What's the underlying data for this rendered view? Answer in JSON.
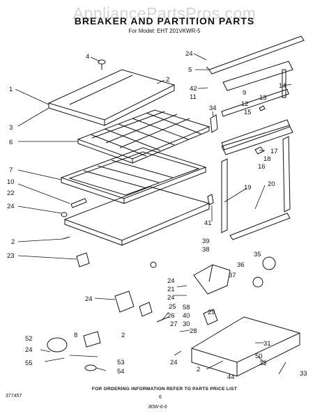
{
  "watermark": "AppliancePartsPros.com",
  "title": "BREAKER AND PARTITION PARTS",
  "model_line": "For Model: EHT 201VKWR-5",
  "footer_text": "FOR ORDERING INFORMATION REFER TO PARTS PRICE LIST",
  "figure_number": "377457",
  "page_number": "6",
  "handwritten_note": "80W-6-6",
  "part_labels": {
    "p1": "1",
    "p2a": "2",
    "p2b": "2",
    "p2c": "2",
    "p3": "3",
    "p4": "4",
    "p5": "5",
    "p6": "6",
    "p7": "7",
    "p8": "8",
    "p9": "9",
    "p10": "10",
    "p11": "11",
    "p12": "12",
    "p13": "13",
    "p14": "14",
    "p15": "15",
    "p16": "16",
    "p17": "17",
    "p18": "18",
    "p19": "19",
    "p20": "20",
    "p21": "21",
    "p22": "22",
    "p23": "23",
    "p24a": "24",
    "p24b": "24",
    "p24c": "24",
    "p24d": "24",
    "p24e": "24",
    "p24f": "24",
    "p24g": "24",
    "p25": "25",
    "p26": "26",
    "p27": "27",
    "p28": "28",
    "p29": "29",
    "p30": "30",
    "p31": "31",
    "p32": "32",
    "p33": "33",
    "p34": "34",
    "p35": "35",
    "p36": "36",
    "p37": "37",
    "p38": "38",
    "p39": "39",
    "p40": "40",
    "p41": "41",
    "p42": "42",
    "p44": "44",
    "p50": "50",
    "p52": "52",
    "p53": "53",
    "p54": "54",
    "p55": "55",
    "p58": "58"
  }
}
